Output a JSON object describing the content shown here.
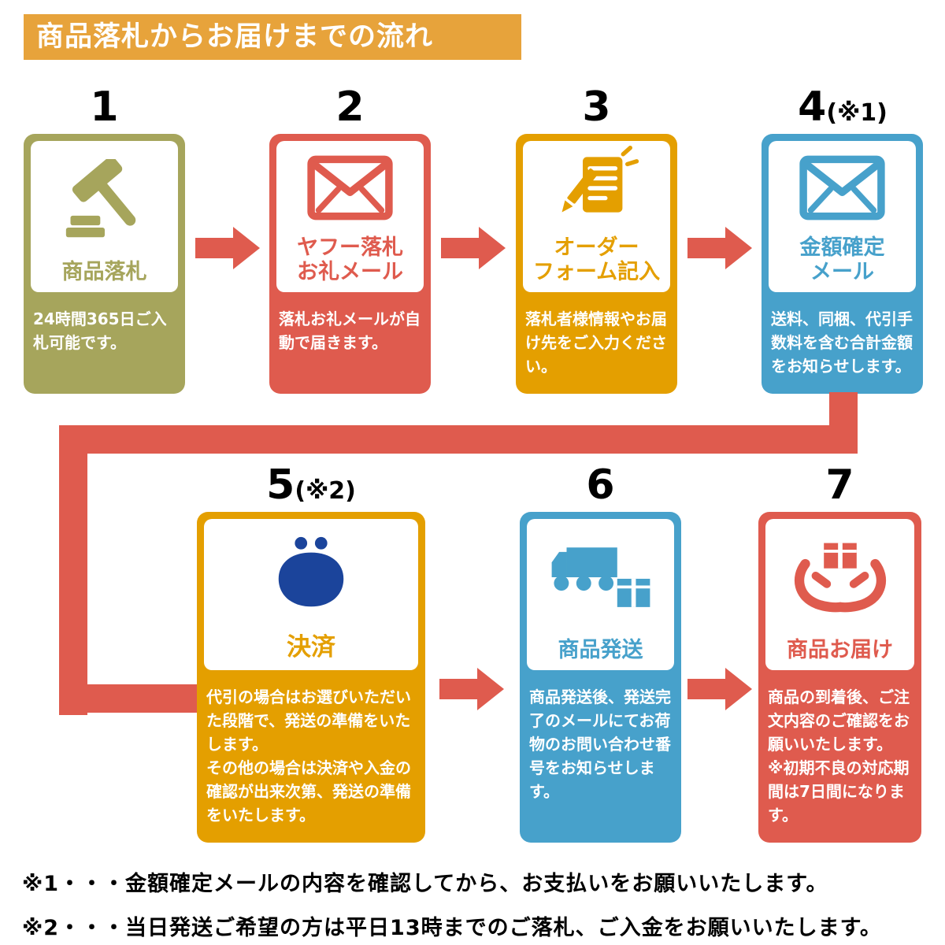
{
  "header": {
    "title": "商品落札からお届けまでの流れ",
    "bg_color": "#E7A33B"
  },
  "steps": [
    {
      "number": "1",
      "suffix": "",
      "title": "商品落札",
      "desc": "24時間365日ご入札可能です。",
      "color": "#A6A55C",
      "icon": "gavel-icon"
    },
    {
      "number": "2",
      "suffix": "",
      "title": "ヤフー落札\nお礼メール",
      "desc": "落札お礼メールが自動で届きます。",
      "color": "#DF5B4E",
      "icon": "mail-icon"
    },
    {
      "number": "3",
      "suffix": "",
      "title": "オーダー\nフォーム記入",
      "desc": "落札者様情報やお届け先をご入力ください。",
      "color": "#E49F00",
      "icon": "pencil-form-icon"
    },
    {
      "number": "4",
      "suffix": "(※1)",
      "title": "金額確定\nメール",
      "desc": "送料、同梱、代引手数料を含む合計金額をお知らせします。",
      "color": "#47A1CB",
      "icon": "mail-icon"
    },
    {
      "number": "5",
      "suffix": "(※2)",
      "title": "決済",
      "desc": "代引の場合はお選びいただいた段階で、発送の準備をいたします。\nその他の場合は決済や入金の確認が出来次第、発送の準備をいたします。",
      "color": "#E49F00",
      "icon": "purse-icon",
      "icon_color": "#1B449B"
    },
    {
      "number": "6",
      "suffix": "",
      "title": "商品発送",
      "desc": "商品発送後、発送完了のメールにてお荷物のお問い合わせ番号をお知らせします。",
      "color": "#47A1CB",
      "icon": "truck-box-icon"
    },
    {
      "number": "7",
      "suffix": "",
      "title": "商品お届け",
      "desc": "商品の到着後、ご注文内容のご確認をお願いいたします。\n※初期不良の対応期間は7日間になります。",
      "color": "#DF5B4E",
      "icon": "hands-box-icon"
    }
  ],
  "notes": [
    "※1・・・金額確定メールの内容を確認してから、お支払いをお願いいたします。",
    "※2・・・当日発送ご希望の方は平日13時までのご落札、ご入金をお願いいたします。"
  ],
  "colors": {
    "arrow": "#DF5B4E",
    "number_text": "#000000",
    "note_text": "#000000"
  }
}
